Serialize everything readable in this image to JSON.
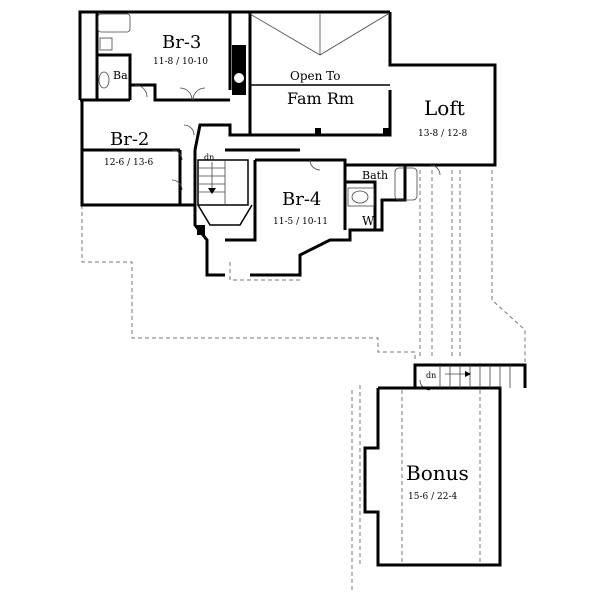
{
  "rooms": [
    {
      "key": "br3",
      "name": "Br-3",
      "dims": "11-8 / 10-10"
    },
    {
      "key": "ba",
      "name": "Ba",
      "dims": ""
    },
    {
      "key": "open",
      "name": "Open To",
      "name2": "Fam Rm"
    },
    {
      "key": "loft",
      "name": "Loft",
      "dims": "13-8 / 12-8"
    },
    {
      "key": "br2",
      "name": "Br-2",
      "dims": "12-6 / 13-6"
    },
    {
      "key": "br4",
      "name": "Br-4",
      "dims": "11-5 / 10-11"
    },
    {
      "key": "bath",
      "name": "Bath",
      "dims": ""
    },
    {
      "key": "w",
      "name": "W",
      "dims": ""
    },
    {
      "key": "bonus",
      "name": "Bonus",
      "dims": "15-6 / 22-4"
    }
  ],
  "stairs": [
    {
      "key": "main",
      "label": "dn"
    },
    {
      "key": "bonus",
      "label": "dn"
    }
  ]
}
